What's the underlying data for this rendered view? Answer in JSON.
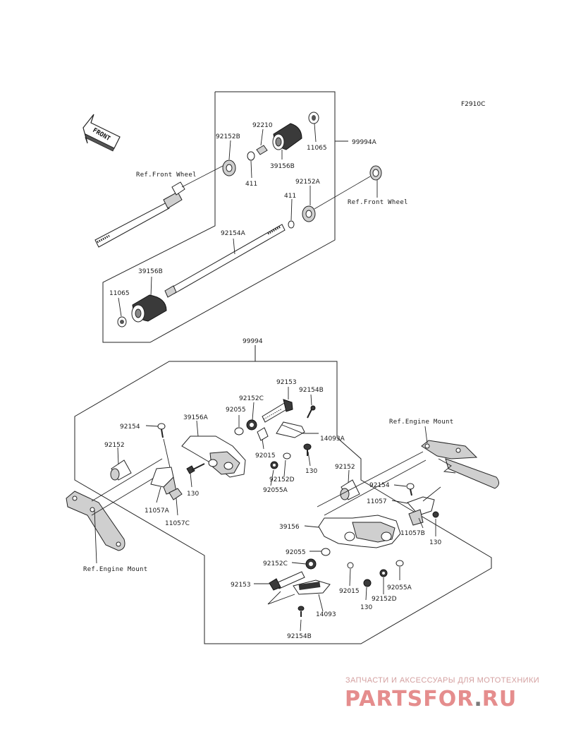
{
  "figure_code": "F2910C",
  "front_badge": "FRONT",
  "labels": {
    "p99994A": "99994A",
    "p92210": "92210",
    "p92152B": "92152B",
    "p11065_top": "11065",
    "p39156B_top": "39156B",
    "p411_a": "411",
    "ref_front_wheel_left": "Ref.Front Wheel",
    "p92152A": "92152A",
    "p411_b": "411",
    "ref_front_wheel_right": "Ref.Front Wheel",
    "p92154A": "92154A",
    "p39156B_low": "39156B",
    "p11065_low": "11065",
    "p99994": "99994",
    "p92153_a": "92153",
    "p92154B_a": "92154B",
    "p92152C_a": "92152C",
    "p92055_a": "92055",
    "p39156A": "39156A",
    "p92154_a": "92154",
    "p14093A": "14093A",
    "p92015_a": "92015",
    "p92152_a": "92152",
    "p130_a": "130",
    "p92152D_a": "92152D",
    "p92055A_a": "92055A",
    "p130_b": "130",
    "p11057A": "11057A",
    "p11057C": "11057C",
    "ref_engine_mount_right": "Ref.Engine Mount",
    "p92152_b": "92152",
    "p92154_b": "92154",
    "p11057": "11057",
    "p39156": "39156",
    "p11057B": "11057B",
    "p130_c": "130",
    "ref_engine_mount_left": "Ref.Engine Mount",
    "p92055_b": "92055",
    "p92152C_b": "92152C",
    "p92153_b": "92153",
    "p92015_b": "92015",
    "p92055A_b": "92055A",
    "p130_d": "130",
    "p92152D_b": "92152D",
    "p14093": "14093",
    "p92154B_b": "92154B"
  },
  "watermark": {
    "tagline": "ЗАПЧАСТИ И АКСЕССУАРЫ ДЛЯ МОТОТЕХНИКИ",
    "brand_left": "PARTS",
    "brand_mid": "FOR",
    "brand_dot": ".",
    "brand_right": "RU"
  },
  "colors": {
    "line": "#222222",
    "watermark_red": "#e58d8d",
    "watermark_grey": "#7a7a7a"
  }
}
